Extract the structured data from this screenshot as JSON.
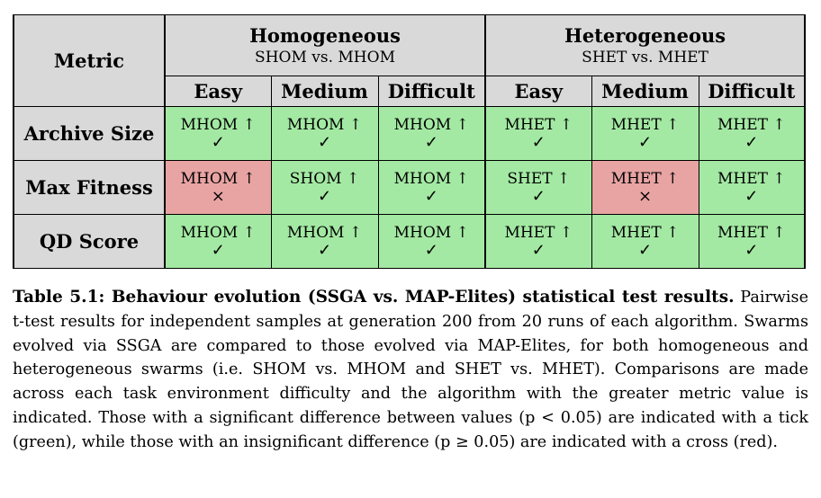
{
  "table": {
    "metric_header": "Metric",
    "groups": [
      {
        "title": "Homogeneous",
        "subtitle": "SHOM vs. MHOM"
      },
      {
        "title": "Heterogeneous",
        "subtitle": "SHET vs. MHET"
      }
    ],
    "difficulties": [
      "Easy",
      "Medium",
      "Difficult",
      "Easy",
      "Medium",
      "Difficult"
    ],
    "rows": [
      {
        "metric": "Archive Size",
        "cells": [
          {
            "winner": "MHOM ↑",
            "mark": "✓",
            "significant": true
          },
          {
            "winner": "MHOM ↑",
            "mark": "✓",
            "significant": true
          },
          {
            "winner": "MHOM ↑",
            "mark": "✓",
            "significant": true
          },
          {
            "winner": "MHET ↑",
            "mark": "✓",
            "significant": true
          },
          {
            "winner": "MHET ↑",
            "mark": "✓",
            "significant": true
          },
          {
            "winner": "MHET ↑",
            "mark": "✓",
            "significant": true
          }
        ]
      },
      {
        "metric": "Max Fitness",
        "cells": [
          {
            "winner": "MHOM ↑",
            "mark": "×",
            "significant": false
          },
          {
            "winner": "SHOM ↑",
            "mark": "✓",
            "significant": true
          },
          {
            "winner": "MHOM ↑",
            "mark": "✓",
            "significant": true
          },
          {
            "winner": "SHET ↑",
            "mark": "✓",
            "significant": true
          },
          {
            "winner": "MHET ↑",
            "mark": "×",
            "significant": false
          },
          {
            "winner": "MHET ↑",
            "mark": "✓",
            "significant": true
          }
        ]
      },
      {
        "metric": "QD Score",
        "cells": [
          {
            "winner": "MHOM ↑",
            "mark": "✓",
            "significant": true
          },
          {
            "winner": "MHOM ↑",
            "mark": "✓",
            "significant": true
          },
          {
            "winner": "MHOM ↑",
            "mark": "✓",
            "significant": true
          },
          {
            "winner": "MHET ↑",
            "mark": "✓",
            "significant": true
          },
          {
            "winner": "MHET ↑",
            "mark": "✓",
            "significant": true
          },
          {
            "winner": "MHET ↑",
            "mark": "✓",
            "significant": true
          }
        ]
      }
    ]
  },
  "colors": {
    "significant": "#a3e9a3",
    "insignificant": "#e8a3a3",
    "header": "#d9d9d9"
  },
  "caption": {
    "title": "Table 5.1: Behaviour evolution (SSGA vs. MAP-Elites) statistical test results.",
    "body": "Pairwise t-test results for independent samples at generation 200 from 20 runs of each algorithm. Swarms evolved via SSGA are compared to those evolved via MAP-Elites, for both homogeneous and heterogeneous swarms (i.e. SHOM vs. MHOM and SHET vs. MHET). Comparisons are made across each task environment difficulty and the algorithm with the greater metric value is indicated. Those with a significant difference between values (p < 0.05) are indicated with a tick (green), while those with an insignificant difference (p ≥ 0.05) are indicated with a cross (red)."
  }
}
